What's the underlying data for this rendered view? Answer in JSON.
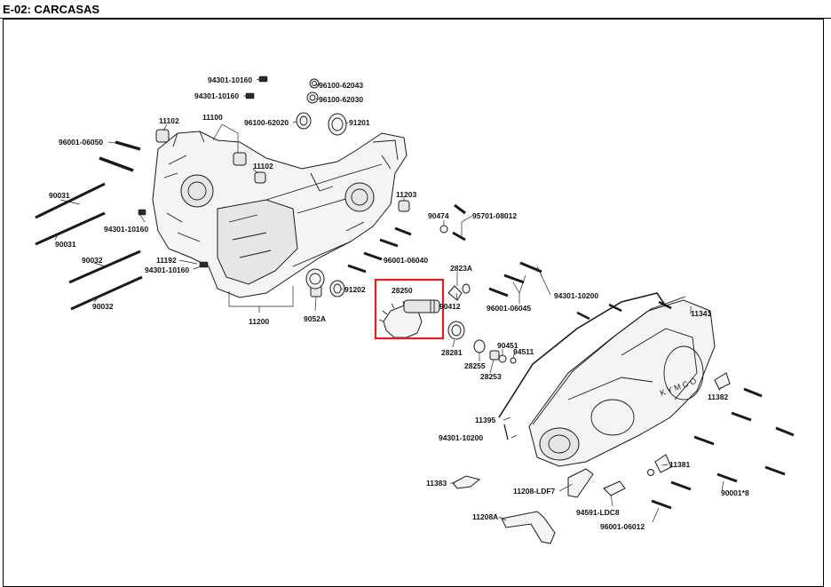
{
  "header": {
    "title": "E-02: CARCASAS"
  },
  "labels": {
    "p94301_10160_a": "94301-10160",
    "p94301_10160_b": "94301-10160",
    "p96100_62043": "96100-62043",
    "p96100_62030": "96100-62030",
    "p96100_62020": "96100-62020",
    "p91201": "91201",
    "p11102_a": "11102",
    "p11100": "11100",
    "p96001_06050": "96001-06050",
    "p11102_b": "11102",
    "p90031_a": "90031",
    "p90031_b": "90031",
    "p94301_10160_c": "94301-10160",
    "p90032_a": "90032",
    "p90032_b": "90032",
    "p11192": "11192",
    "p94301_10160_d": "94301-10160",
    "p11200": "11200",
    "p9052A": "9052A",
    "p91202": "91202",
    "p11203": "11203",
    "p90474": "90474",
    "p95701_08012": "95701-08012",
    "p96001_06040": "96001-06040",
    "p2823A": "2823A",
    "p28250": "28250",
    "p90412": "90412",
    "p96001_06045": "96001-06045",
    "p94301_10200_a": "94301-10200",
    "p11341": "11341",
    "p28281": "28281",
    "p90451": "90451",
    "p94511": "94511",
    "p28255": "28255",
    "p28253": "28253",
    "p11382": "11382",
    "p11395": "11395",
    "p94301_10200_b": "94301-10200",
    "p11381": "11381",
    "p11383": "11383",
    "p11208_LDF7": "11208-LDF7",
    "p90001_8": "90001*8",
    "p94591_LDC8": "94591-LDC8",
    "p11208A": "11208A",
    "p96001_06012": "96001-06012"
  },
  "highlight": {
    "color": "#e02020",
    "part": "28250"
  }
}
